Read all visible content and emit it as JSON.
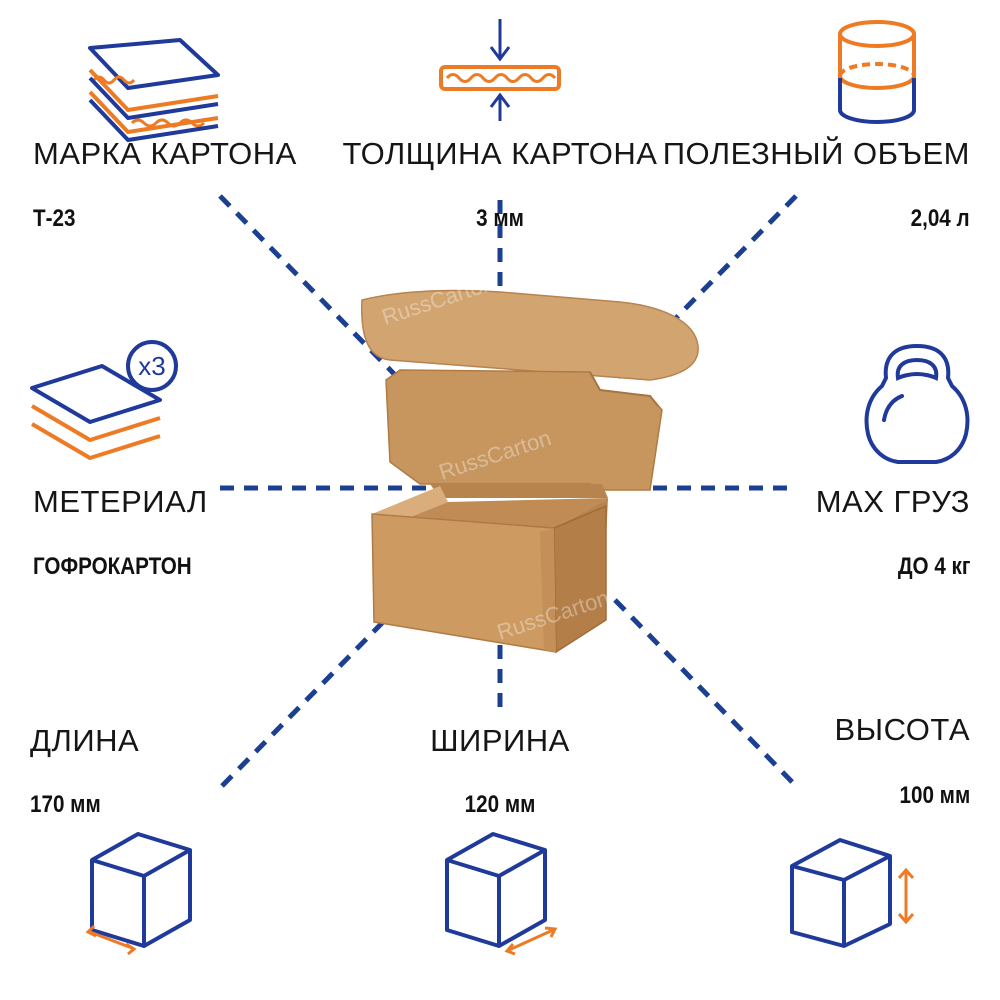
{
  "colors": {
    "blue": "#1f3a9a",
    "orange": "#ee7b24",
    "dash": "#1b3f91",
    "kraft": "#c9955d",
    "kraft_light": "#d5a774",
    "kraft_dark": "#b67f48"
  },
  "watermark": "RussCarton",
  "specs": {
    "brand": {
      "label": "МАРКА КАРТОНА",
      "value": "Т-23",
      "icon": "corrugated-layers-icon"
    },
    "thickness": {
      "label": "ТОЛЩИНА КАРТОНА",
      "value": "3 мм",
      "icon": "thickness-arrows-icon"
    },
    "volume": {
      "label": "ПОЛЕЗНЫЙ ОБЪЕМ",
      "value": "2,04 л",
      "icon": "cylinder-volume-icon"
    },
    "material": {
      "label": "МЕТЕРИАЛ",
      "value": "ГОФРОКАРТОН",
      "icon": "sheets-x3-icon",
      "badge": "x3"
    },
    "max_load": {
      "label": "MAX ГРУЗ",
      "value": "ДО 4 кг",
      "icon": "kettlebell-icon"
    },
    "length": {
      "label": "ДЛИНА",
      "value": "170 мм",
      "icon": "cube-length-icon"
    },
    "width": {
      "label": "ШИРИНА",
      "value": "120 мм",
      "icon": "cube-width-icon"
    },
    "height": {
      "label": "ВЫСОТА",
      "value": "100 мм",
      "icon": "cube-height-icon"
    }
  }
}
